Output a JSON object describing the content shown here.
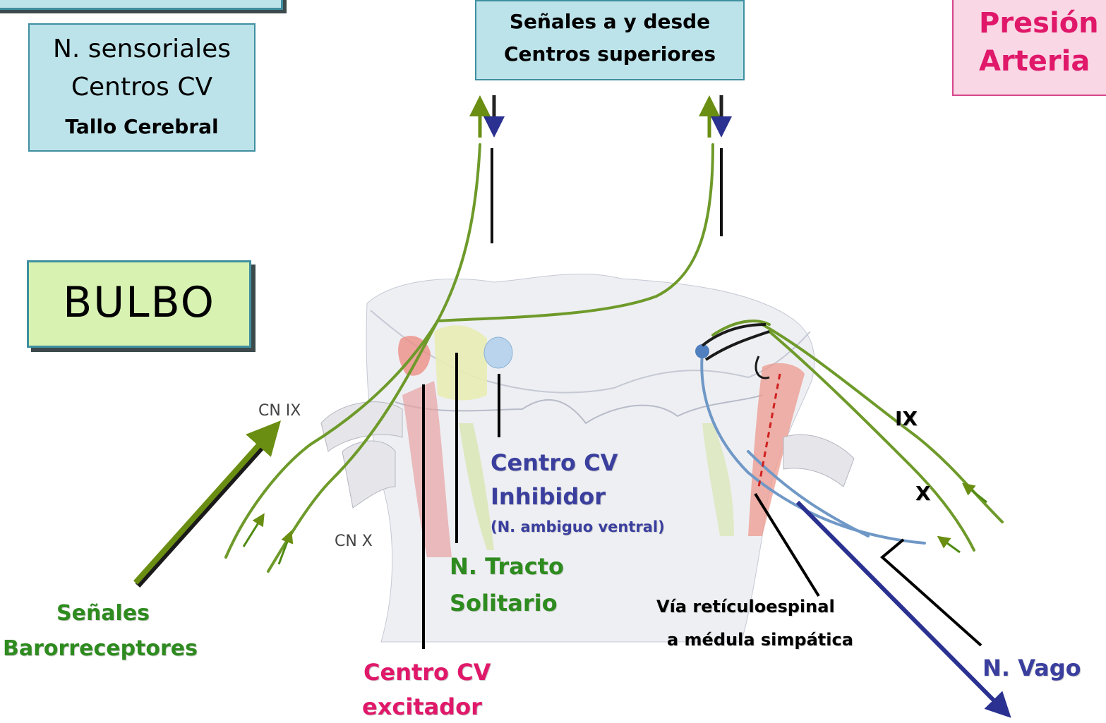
{
  "boxes": {
    "sensory_line1": "N. sensoriales",
    "sensory_line2": "Centros CV",
    "sensory_line3": "Tallo Cerebral",
    "signals_line1": "Señales a y desde",
    "signals_line2": "Centros superiores",
    "bulbo": "BULBO",
    "pressure_line1": "Presión",
    "pressure_line2": "Arteria"
  },
  "labels": {
    "cn_ix": "CN IX",
    "cn_x": "CN X",
    "ix": "IX",
    "x": "X",
    "centro_inhibidor_1": "Centro CV",
    "centro_inhibidor_2": "Inhibidor",
    "centro_inhibidor_3": "(N. ambiguo ventral)",
    "tracto_1": "N. Tracto",
    "tracto_2": "Solitario",
    "via_1": "Vía retículoespinal",
    "via_2": "a médula simpática",
    "vago": "N. Vago",
    "baro_1": "Señales",
    "baro_2": "Barorreceptores",
    "excitador_1": "Centro CV",
    "excitador_2": "excitador"
  },
  "colors": {
    "green_label": "#2e8b1f",
    "blue_label": "#3a3f9e",
    "magenta_label": "#e0186a",
    "nerve_green": "#6e9a2a",
    "nerve_blue": "#6f98c6",
    "arrow_blue": "#2a3190",
    "arrow_green": "#6a8e12"
  }
}
